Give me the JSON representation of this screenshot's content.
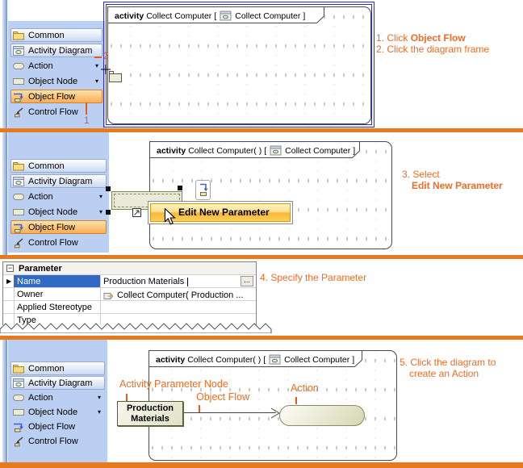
{
  "palette": {
    "sections": [
      {
        "label": "Common"
      },
      {
        "label": "Activity Diagram"
      }
    ],
    "tools": [
      {
        "label": "Action"
      },
      {
        "label": "Object Node"
      },
      {
        "label": "Object Flow"
      },
      {
        "label": "Control Flow"
      }
    ],
    "dropdown_glyph": "▾"
  },
  "frames": {
    "keyword": "activity",
    "title_plain": "Collect Computer",
    "title_params": "Collect Computer( )",
    "bracket_open": "[",
    "ref_name": "Collect Computer",
    "bracket_close": "]"
  },
  "annotations": {
    "step1_prefix": "1. Click ",
    "step1_bold": "Object Flow",
    "step2": "2. Click the diagram frame",
    "step3_prefix": "3. Select",
    "step3_bold": "Edit New Parameter",
    "step4": "4. Specify the Parameter",
    "step5_line1": "5. Click the diagram to",
    "step5_line2": "create an Action",
    "marker1": "1",
    "marker2": "2"
  },
  "context_menu": {
    "item": "Edit New Parameter"
  },
  "properties_panel": {
    "group": "Parameter",
    "collapse_glyph": "−",
    "row_marker": "▶",
    "rows": [
      {
        "label": "Name",
        "value": "Production Materials"
      },
      {
        "label": "Owner",
        "value": "Collect Computer( Production ..."
      },
      {
        "label": "Applied Stereotype",
        "value": ""
      },
      {
        "label": "Type",
        "value": ""
      }
    ],
    "ellipsis": "..."
  },
  "diagram4": {
    "label_parameter_node": "Activity Parameter Node",
    "label_object_flow": "Object Flow",
    "label_action": "Action",
    "node_line1": "Production",
    "node_line2": "Materials"
  },
  "colors": {
    "separator": "#E8791D",
    "annotation": "#F26B22",
    "palette_bg": "#BACFF1",
    "tool_highlight_border": "#CE8532",
    "selection_blue": "#2B2BC8",
    "selected_cell": "#316AC5"
  }
}
